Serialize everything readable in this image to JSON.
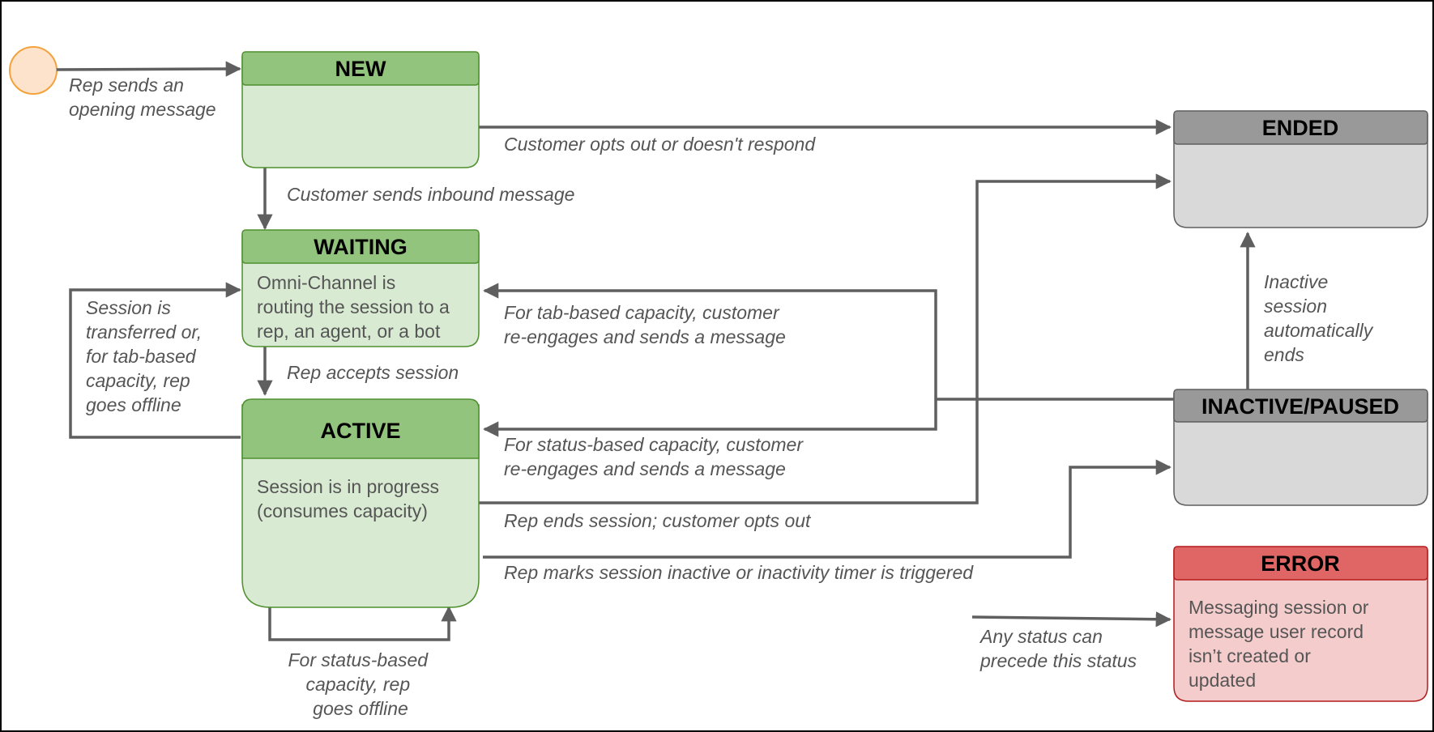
{
  "colors": {
    "green_header": "#93c47d",
    "green_body": "#d9ead3",
    "green_border": "#4e8f2e",
    "gray_header": "#999999",
    "gray_body": "#d9d9d9",
    "gray_border": "#5f5f5f",
    "red_header": "#e06666",
    "red_body": "#f4cccc",
    "red_border": "#b31b1b",
    "start_fill": "#fde3cc",
    "start_stroke": "#f3a23c",
    "arrow": "#5f5f5f"
  },
  "states": {
    "new": {
      "title": "NEW",
      "body": []
    },
    "waiting": {
      "title": "WAITING",
      "body": [
        "Omni-Channel is",
        "routing the session to a",
        "rep, an agent, or a bot"
      ]
    },
    "active": {
      "title": "ACTIVE",
      "body": [
        "Session is in progress",
        "(consumes capacity)"
      ]
    },
    "ended": {
      "title": "ENDED",
      "body": []
    },
    "inactive": {
      "title": "INACTIVE/PAUSED",
      "body": []
    },
    "error": {
      "title": "ERROR",
      "body": [
        "Messaging session or",
        "message user record",
        "isn’t created or",
        "updated"
      ]
    }
  },
  "transitions": {
    "start_to_new": [
      "Rep sends an",
      "opening message"
    ],
    "new_to_ended": [
      "Customer opts out or doesn't respond"
    ],
    "new_to_waiting": [
      "Customer sends inbound message"
    ],
    "waiting_to_active": [
      "Rep accepts session"
    ],
    "active_to_waiting": [
      "Session is",
      "transferred or,",
      "for tab-based",
      "capacity, rep",
      "goes offline"
    ],
    "inactive_to_waiting": [
      "For tab-based capacity, customer",
      "re-engages and sends a message"
    ],
    "inactive_to_active": [
      "For status-based capacity, customer",
      "re-engages and sends a message"
    ],
    "active_to_ended": [
      "Rep ends session; customer opts out"
    ],
    "active_to_inactive": [
      "Rep marks session inactive or inactivity timer is triggered"
    ],
    "active_self": [
      "For status-based",
      "capacity, rep",
      "goes offline"
    ],
    "inactive_to_ended": [
      "Inactive",
      "session",
      "automatically",
      "ends"
    ],
    "any_to_error": [
      "Any status can",
      "precede this status"
    ]
  }
}
